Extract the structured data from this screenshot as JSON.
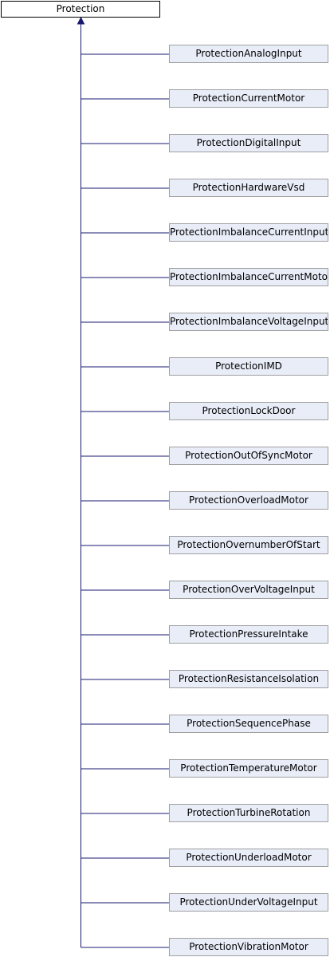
{
  "diagram": {
    "base_class": "Protection",
    "derived_classes": [
      "ProtectionAnalogInput",
      "ProtectionCurrentMotor",
      "ProtectionDigitalInput",
      "ProtectionHardwareVsd",
      "ProtectionImbalanceCurrentInput",
      "ProtectionImbalanceCurrentMotor",
      "ProtectionImbalanceVoltageInput",
      "ProtectionIMD",
      "ProtectionLockDoor",
      "ProtectionOutOfSyncMotor",
      "ProtectionOverloadMotor",
      "ProtectionOvernumberOfStart",
      "ProtectionOverVoltageInput",
      "ProtectionPressureIntake",
      "ProtectionResistanceIsolation",
      "ProtectionSequencePhase",
      "ProtectionTemperatureMotor",
      "ProtectionTurbineRotation",
      "ProtectionUnderloadMotor",
      "ProtectionUnderVoltageInput",
      "ProtectionVibrationMotor"
    ],
    "colors": {
      "edge": "#191970",
      "base_border": "#000000",
      "child_border": "#a0a0a0",
      "child_fill": "#e8edf8"
    }
  }
}
